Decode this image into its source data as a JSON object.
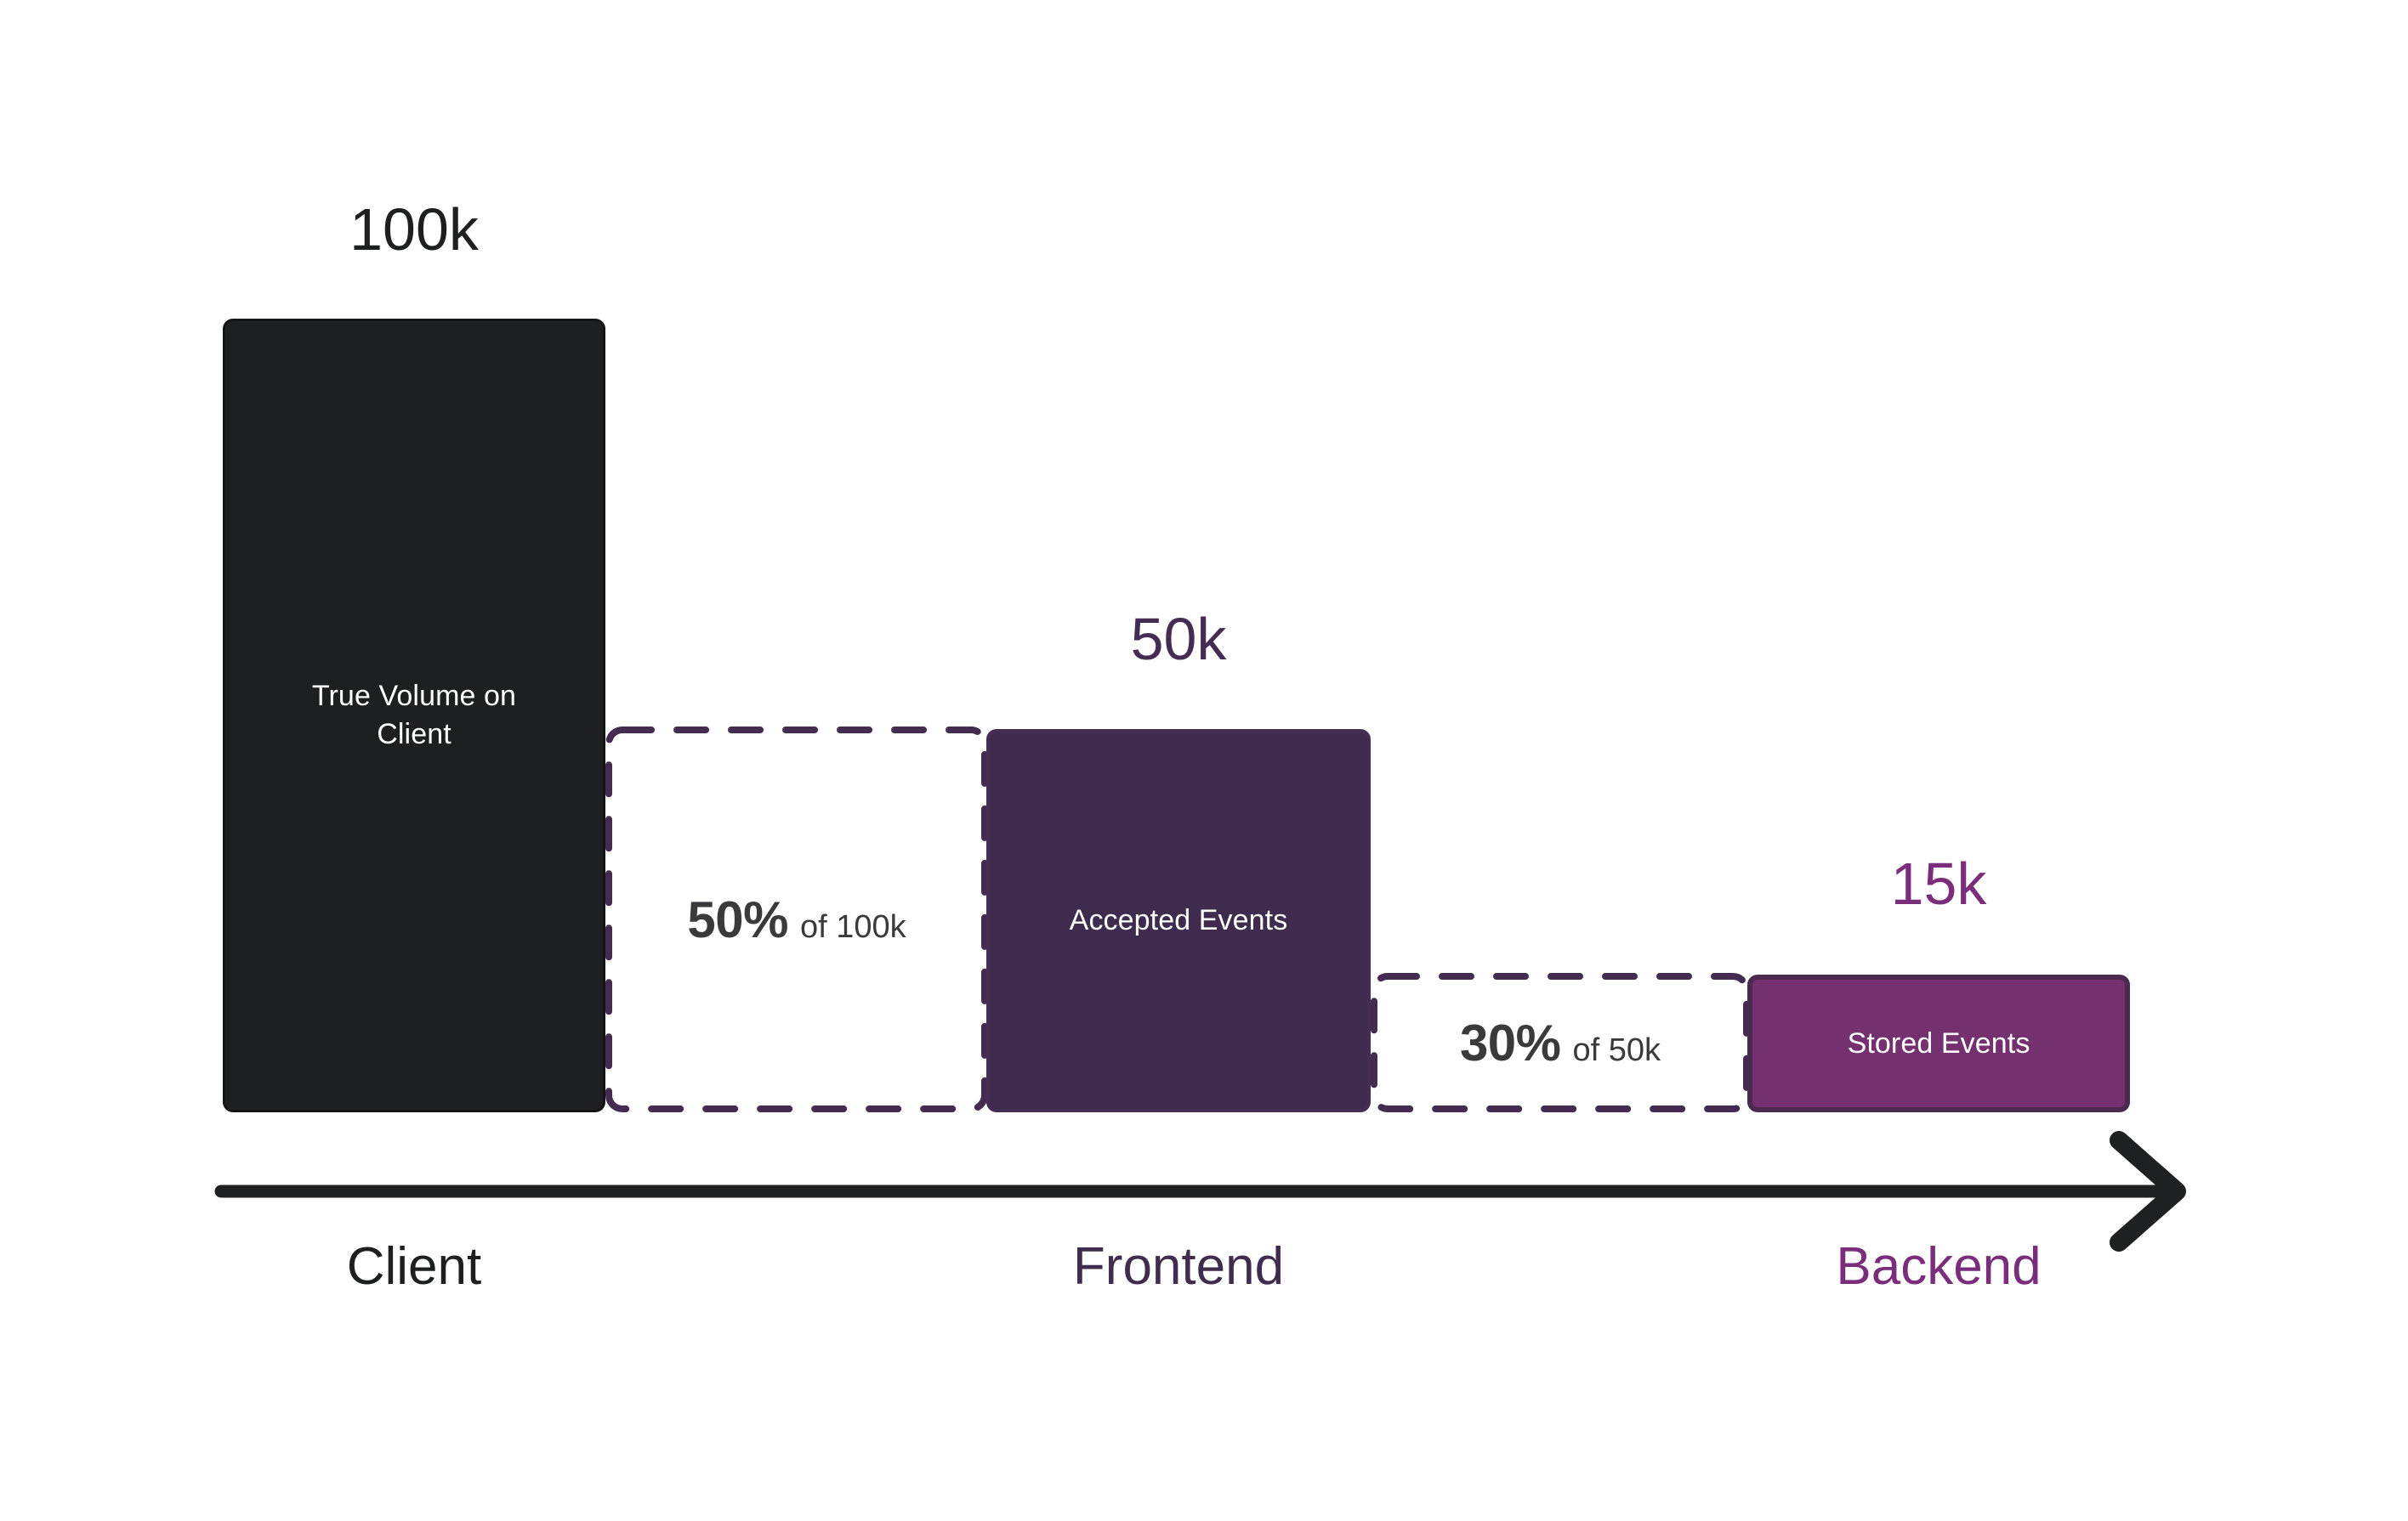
{
  "chart_data": {
    "type": "bar",
    "title": "",
    "subtitle": "",
    "xlabel": "",
    "ylabel": "",
    "grid": false,
    "legend": null,
    "orientation": "vertical",
    "axis": {
      "arrow": true,
      "direction": "left-to-right",
      "stage_ticks": [
        "Client",
        "Frontend",
        "Backend"
      ]
    },
    "categories": [
      "Client",
      "Frontend",
      "Backend"
    ],
    "values": [
      100000,
      50000,
      15000
    ],
    "value_labels": [
      "100k",
      "50k",
      "15k"
    ],
    "series": [
      {
        "name": "Event volume funnel",
        "points": [
          {
            "stage": "Client",
            "label": "True Volume on Client",
            "value": 100000,
            "value_label": "100k",
            "color": "#1e1f21"
          },
          {
            "stage": "Frontend",
            "label": "Accepted Events",
            "value": 50000,
            "value_label": "50k",
            "color": "#3f2b4d"
          },
          {
            "stage": "Backend",
            "label": "Stored Events",
            "value": 15000,
            "value_label": "15k",
            "color": "#74306f"
          }
        ]
      }
    ],
    "drop_steps": [
      {
        "from_stage": "Client",
        "to_stage": "Frontend",
        "percent": "50%",
        "of_label": "of 100k",
        "retained": 50000,
        "base": 100000
      },
      {
        "from_stage": "Frontend",
        "to_stage": "Backend",
        "percent": "30%",
        "of_label": "of 50k",
        "retained": 15000,
        "base": 50000
      }
    ],
    "ylim": [
      0,
      100000
    ],
    "annotations": [
      "50% of 100k",
      "30% of 50k"
    ]
  },
  "bars": {
    "client": {
      "value_label": "100k",
      "inner_label": "True Volume on Client"
    },
    "frontend": {
      "value_label": "50k",
      "inner_label": "Accepted Events"
    },
    "backend": {
      "value_label": "15k",
      "inner_label": "Stored Events"
    }
  },
  "drops": {
    "first": {
      "percent": "50%",
      "of": "of 100k"
    },
    "second": {
      "percent": "30%",
      "of": "of 50k"
    }
  },
  "stages": {
    "client": "Client",
    "frontend": "Frontend",
    "backend": "Backend"
  },
  "colors": {
    "background": "#ffffff",
    "client_bar": "#1e1f21",
    "frontend_bar": "#3f2b4d",
    "backend_bar": "#74306f",
    "dashed_outline": "#442c50",
    "client_text": "#1e1f21",
    "frontend_text": "#402c4d",
    "backend_text": "#7a2d7a",
    "drop_text": "#3a3a3c",
    "axis": "#1f2021",
    "bar_inner_text": "#ffffff"
  }
}
